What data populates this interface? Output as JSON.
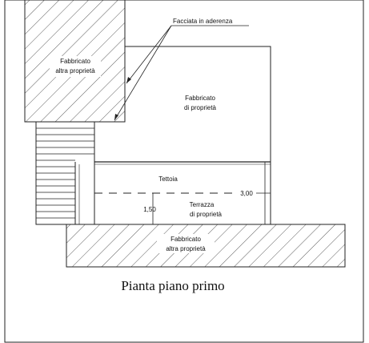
{
  "labels": {
    "facciata": "Facciata in aderenza",
    "fabbricato_altra_top_l1": "Fabbricato",
    "fabbricato_altra_top_l2": "altra proprietà",
    "fabbricato_proprieta_l1": "Fabbricato",
    "fabbricato_proprieta_l2": "di proprietà",
    "tettoia": "Tettoia",
    "quota_300": "3,00",
    "quota_150": "1,50",
    "terrazza_l1": "Terrazza",
    "terrazza_l2": "di proprietà",
    "fabbricato_altra_bottom_l1": "Fabbricato",
    "fabbricato_altra_bottom_l2": "altra proprietà"
  },
  "caption": "Pianta piano primo",
  "colors": {
    "line": "#1a1a1a",
    "paper": "#ffffff"
  }
}
